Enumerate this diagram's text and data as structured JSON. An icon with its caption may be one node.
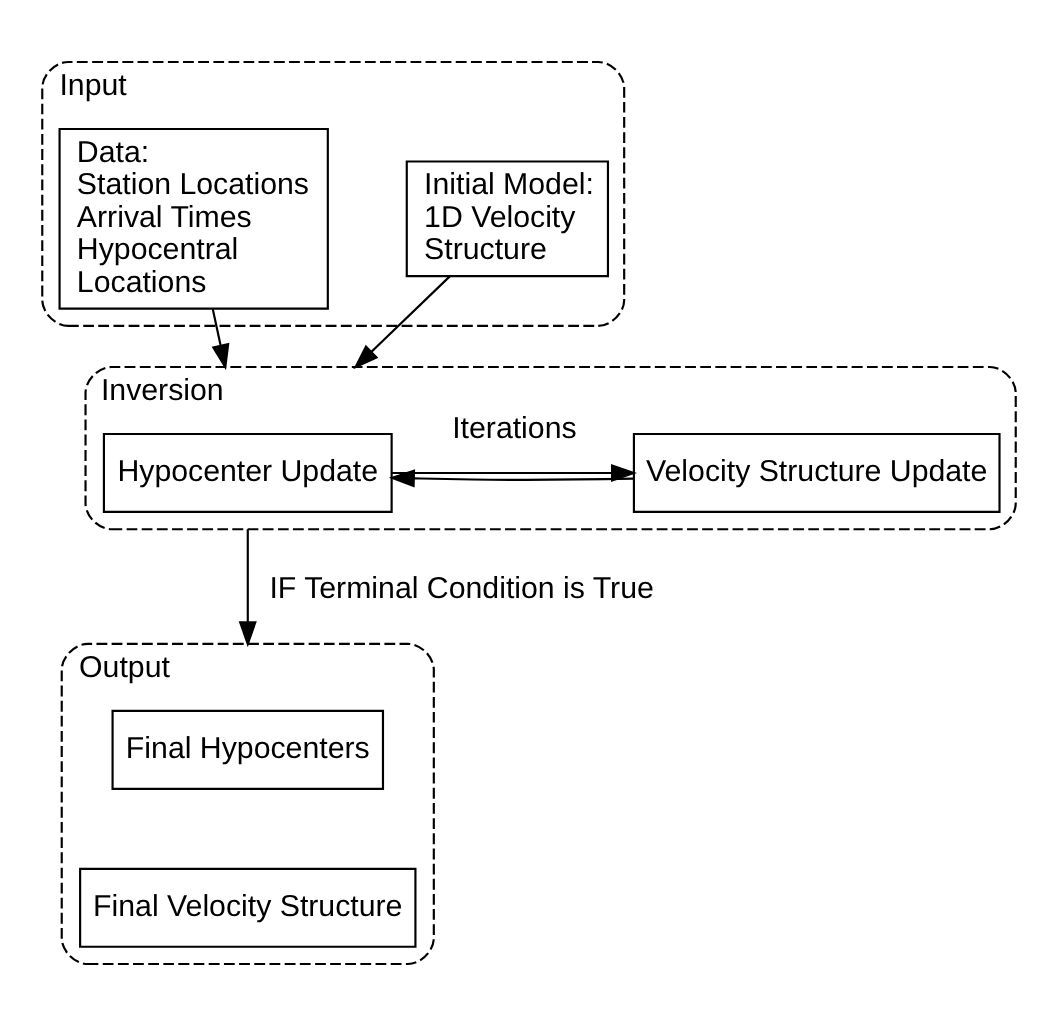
{
  "diagram": {
    "nodes": [
      {
        "text": [
          "Input"
        ]
      },
      {
        "text": [
          "Data:",
          "Station Locations Arrival Times Hypocentral Locations"
        ],
        "in": 0
      },
      {
        "text": [
          "Initial Model:",
          "1D Velocity Structure"
        ],
        "in": 0
      },
      {
        "text": [
          "Inversion"
        ]
      },
      {
        "text": [
          "Hypocenter Update"
        ],
        "in": 3
      },
      {
        "text": [
          "Velocity Structure Update"
        ],
        "in": 3
      },
      {
        "text": [
          "Output"
        ]
      },
      {
        "text": [
          "Final Hypocenters"
        ],
        "in": 6
      },
      {
        "text": [
          "Final Velocity Structure"
        ],
        "in": 6
      }
    ],
    "edges": [
      {
        "from": 1,
        "to": 3,
        "arrow": "to"
      },
      {
        "from": 2,
        "to": 3,
        "arrow": "to"
      },
      {
        "from": 4,
        "to": 5,
        "arrow": "to",
        "label": "Iterations"
      },
      {
        "from": 5,
        "to": 4,
        "arrow": "to"
      },
      {
        "from": 3,
        "to": 6,
        "arrow": "to",
        "label": "IF Terminal Condition is True"
      }
    ]
  }
}
